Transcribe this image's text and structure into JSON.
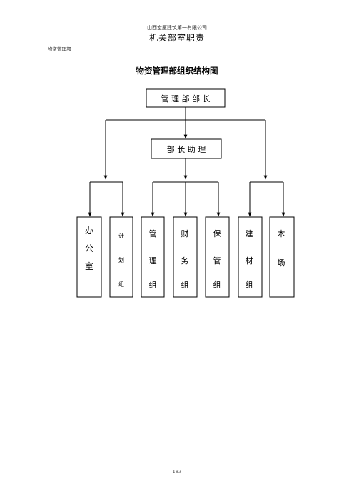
{
  "header": {
    "company": "山西宏厦建筑第一有限公司",
    "title": "机关部室职责",
    "department": "物资管理部"
  },
  "diagram": {
    "title": "物资管理部组织结构图",
    "root": {
      "label": "管 理 部 部 长"
    },
    "assistant": {
      "label": "部 长 助 理"
    },
    "groups": [
      {
        "chars": [
          "办",
          "公",
          "室"
        ]
      },
      {
        "chars": [
          "计",
          "划",
          "组"
        ]
      },
      {
        "chars": [
          "管",
          "理",
          "组"
        ]
      },
      {
        "chars": [
          "财",
          "务",
          "组"
        ]
      },
      {
        "chars": [
          "保",
          "管",
          "组"
        ]
      },
      {
        "chars": [
          "建",
          "材",
          "组"
        ]
      },
      {
        "chars": [
          "木",
          "场"
        ]
      }
    ]
  },
  "footer": {
    "page_number": "183"
  }
}
